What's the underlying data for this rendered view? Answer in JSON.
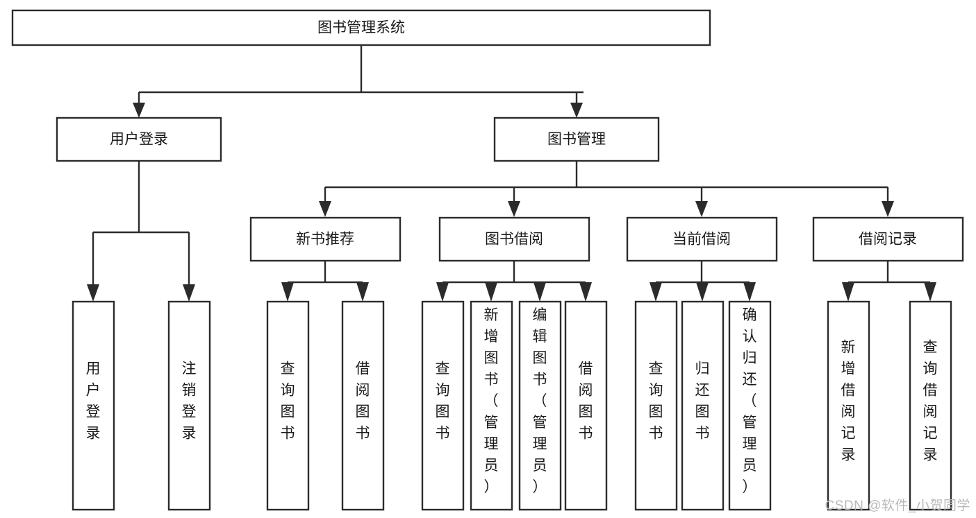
{
  "diagram": {
    "type": "tree",
    "title": "图书管理系统",
    "watermark": "CSDN @软件_小贺同学",
    "colors": {
      "stroke": "#2b2b2b",
      "fill": "#ffffff",
      "text": "#1a1a1a",
      "watermark": "#b9b9b9",
      "background": "#ffffff"
    },
    "root": {
      "id": "root",
      "label": "图书管理系统"
    },
    "level2": [
      {
        "id": "user-login",
        "label": "用户登录"
      },
      {
        "id": "book-manage",
        "label": "图书管理"
      }
    ],
    "level3": [
      {
        "id": "new-book-recommend",
        "label": "新书推荐",
        "parent": "book-manage"
      },
      {
        "id": "book-borrow",
        "label": "图书借阅",
        "parent": "book-manage"
      },
      {
        "id": "current-borrow",
        "label": "当前借阅",
        "parent": "book-manage"
      },
      {
        "id": "borrow-record",
        "label": "借阅记录",
        "parent": "book-manage"
      }
    ],
    "leaves": {
      "user-login": [
        {
          "id": "leaf-user-login",
          "label": "用户登录"
        },
        {
          "id": "leaf-logout-login",
          "label": "注销登录"
        }
      ],
      "new-book-recommend": [
        {
          "id": "leaf-query-book-1",
          "label": "查询图书"
        },
        {
          "id": "leaf-borrow-book-1",
          "label": "借阅图书"
        }
      ],
      "book-borrow": [
        {
          "id": "leaf-query-book-2",
          "label": "查询图书"
        },
        {
          "id": "leaf-add-book",
          "label": "新增图书（管理员）"
        },
        {
          "id": "leaf-edit-book",
          "label": "编辑图书（管理员）"
        },
        {
          "id": "leaf-borrow-book-2",
          "label": "借阅图书"
        }
      ],
      "current-borrow": [
        {
          "id": "leaf-query-book-3",
          "label": "查询图书"
        },
        {
          "id": "leaf-return-book",
          "label": "归还图书"
        },
        {
          "id": "leaf-confirm-return",
          "label": "确认归还（管理员）"
        }
      ],
      "borrow-record": [
        {
          "id": "leaf-add-record",
          "label": "新增借阅记录"
        },
        {
          "id": "leaf-query-record",
          "label": "查询借阅记录"
        }
      ]
    }
  }
}
